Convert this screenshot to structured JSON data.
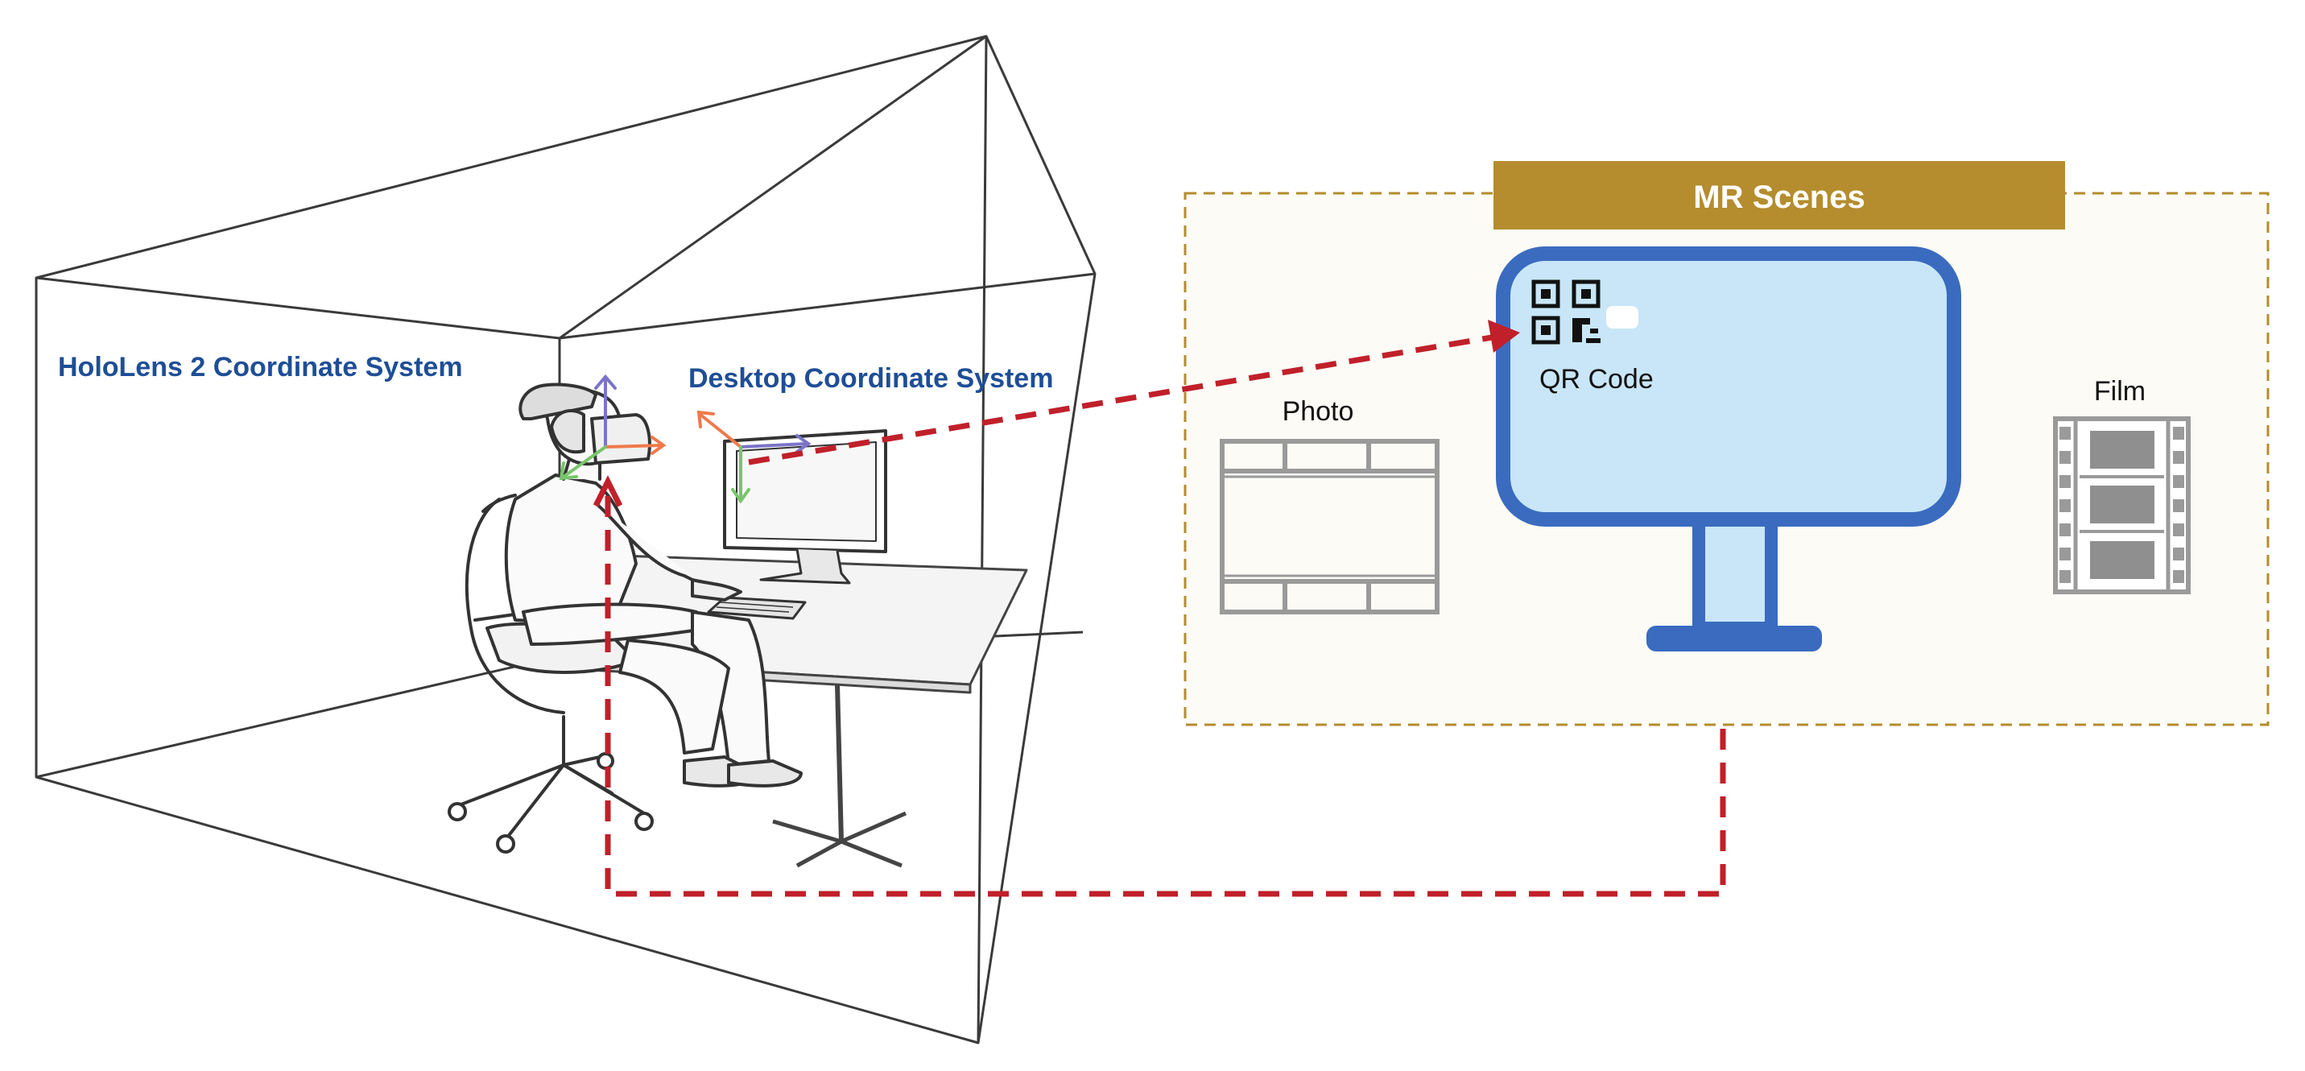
{
  "labels": {
    "hololens_cs": "HoloLens 2 Coordinate System",
    "desktop_cs": "Desktop Coordinate System",
    "mr_scenes": "MR Scenes",
    "qr_code": "QR Code",
    "photo": "Photo",
    "film": "Film"
  },
  "colors": {
    "label_blue": "#1f4e96",
    "arrow_red": "#c0202a",
    "mr_gold": "#b58c2e",
    "monitor_blue": "#3a6bbf",
    "screen_fill": "#c8e6f7",
    "icon_gray": "#9a9a9a",
    "axis_orange": "#ef7a4c",
    "axis_purple": "#7b74c9",
    "axis_green": "#78c56b"
  },
  "icons": [
    "qr-code-icon",
    "photo-icon",
    "film-icon",
    "monitor-icon",
    "person-with-headset-icon",
    "desktop-computer-icon"
  ]
}
